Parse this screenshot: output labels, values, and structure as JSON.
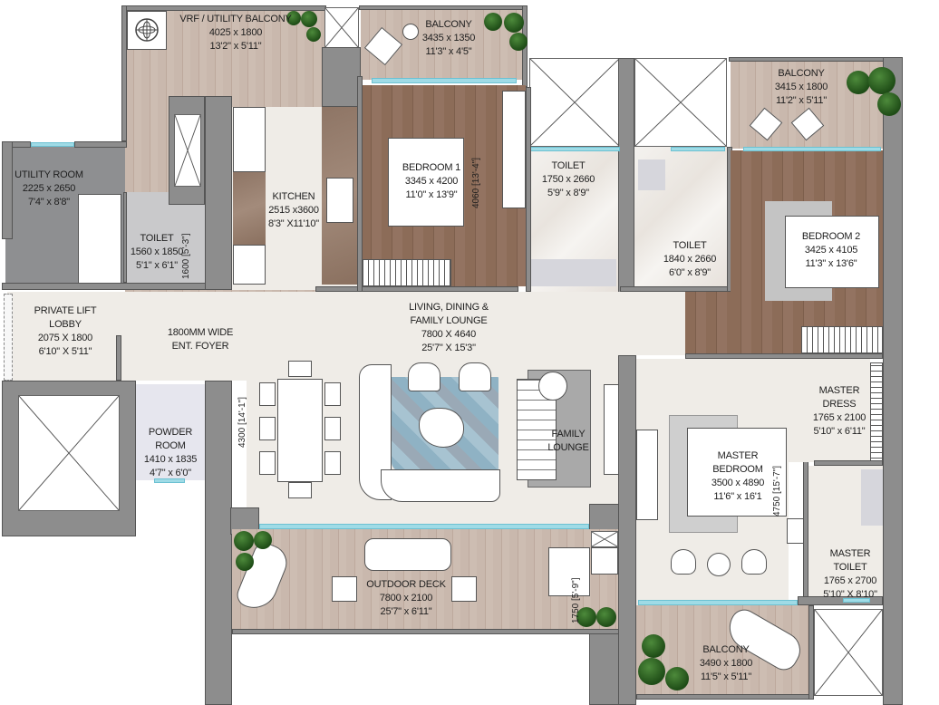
{
  "plan": {
    "rooms": [
      {
        "id": "vrf_balcony",
        "name": "VRF / UTILITY BALCONY",
        "dim_mm": "4025 x 1800",
        "dim_ft": "13'2\" x 5'11\""
      },
      {
        "id": "balcony_top",
        "name": "BALCONY",
        "dim_mm": "3435 x 1350",
        "dim_ft": "11'3\" x 4'5\""
      },
      {
        "id": "balcony_right",
        "name": "BALCONY",
        "dim_mm": "3415 x 1800",
        "dim_ft": "11'2\" x 5'11\""
      },
      {
        "id": "utility_room",
        "name": "UTILITY ROOM",
        "dim_mm": "2225 x 2650",
        "dim_ft": "7'4\" x 8'8\""
      },
      {
        "id": "toilet_utility",
        "name": "TOILET",
        "dim_mm": "1560 x 1850",
        "dim_ft": "5'1\" x 6'1\""
      },
      {
        "id": "kitchen",
        "name": "KITCHEN",
        "dim_mm": "2515 x3600",
        "dim_ft": "8'3\" X11'10\""
      },
      {
        "id": "bedroom1",
        "name": "BEDROOM 1",
        "dim_mm": "3345 x 4200",
        "dim_ft": "11'0\" x 13'9\""
      },
      {
        "id": "toilet1",
        "name": "TOILET",
        "dim_mm": "1750 x 2660",
        "dim_ft": "5'9\" x 8'9\""
      },
      {
        "id": "toilet2",
        "name": "TOILET",
        "dim_mm": "1840 x 2660",
        "dim_ft": "6'0\" x 8'9\""
      },
      {
        "id": "bedroom2",
        "name": "BEDROOM 2",
        "dim_mm": "3425 x 4105",
        "dim_ft": "11'3\" x 13'6\""
      },
      {
        "id": "lift_lobby",
        "name": "PRIVATE LIFT LOBBY",
        "dim_mm": "2075 X 1800",
        "dim_ft": "6'10\" X 5'11\""
      },
      {
        "id": "foyer",
        "name": "1800MM WIDE ENT. FOYER"
      },
      {
        "id": "living",
        "name": "LIVING, DINING & FAMILY LOUNGE",
        "dim_mm": "7800 X 4640",
        "dim_ft": "25'7\" X 15'3\""
      },
      {
        "id": "family_lounge",
        "name": "FAMILY LOUNGE"
      },
      {
        "id": "powder",
        "name": "POWDER ROOM",
        "dim_mm": "1410 x 1835",
        "dim_ft": "4'7\" x 6'0\""
      },
      {
        "id": "master_dress",
        "name": "MASTER DRESS",
        "dim_mm": "1765 x 2100",
        "dim_ft": "5'10\" x 6'11\""
      },
      {
        "id": "master_bed",
        "name": "MASTER BEDROOM",
        "dim_mm": "3500 x 4890",
        "dim_ft": "11'6\" x 16'1"
      },
      {
        "id": "master_toilet",
        "name": "MASTER TOILET",
        "dim_mm": "1765 x 2700",
        "dim_ft": "5'10\" X 8'10\""
      },
      {
        "id": "outdoor_deck",
        "name": "OUTDOOR DECK",
        "dim_mm": "7800 x 2100",
        "dim_ft": "25'7\" x 6'11\""
      },
      {
        "id": "balcony_bottom",
        "name": "BALCONY",
        "dim_mm": "3490 x 1800",
        "dim_ft": "11'5\" x 5'11\""
      }
    ],
    "dimension_notes": {
      "toilet_utility_width": "1600 [5'-3\"]",
      "bedroom1_depth": "4060 [13'-4\"]",
      "living_depth": "4300 [14'-1\"]",
      "master_bed_depth": "4750 [15'-7\"]",
      "deck_bar": "1750 [5'-9\"]"
    },
    "colors": {
      "wall": "#8d8d8d",
      "deck": "#c9b8ad",
      "wood_floor": "#8c6c58",
      "tile_floor": "#efece7",
      "glass": "#9fdbe6",
      "utility_floor": "#8e8f91"
    }
  }
}
